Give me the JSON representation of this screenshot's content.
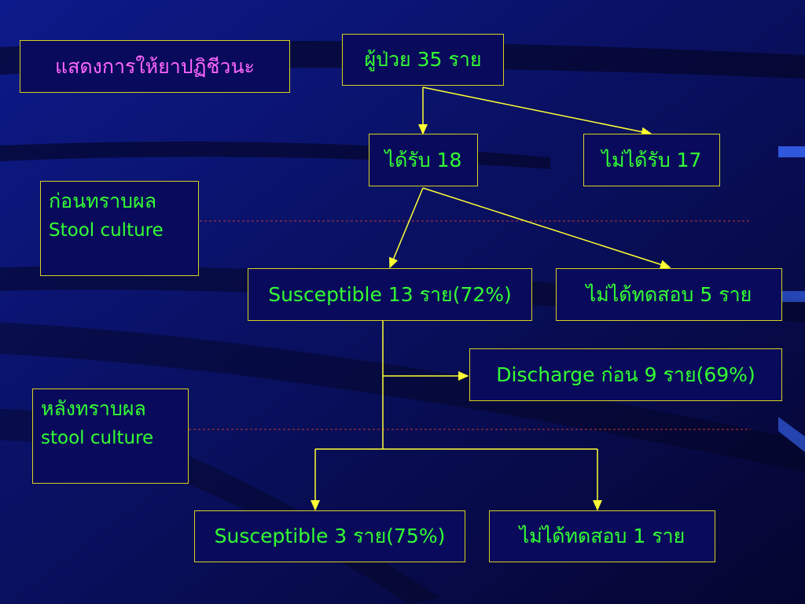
{
  "title": "แสดงการให้ยาปฏิชีวนะ",
  "nodes": {
    "patients": "ผู้ป่วย 35 ราย",
    "received": "ได้รับ 18",
    "not_received": "ไม่ได้รับ 17",
    "susceptible_13": "Susceptible 13 ราย(72%)",
    "not_tested_5": "ไม่ได้ทดสอบ 5 ราย",
    "discharge_9": "Discharge ก่อน 9 ราย(69%)",
    "susceptible_3": "Susceptible 3 ราย(75%)",
    "not_tested_1": "ไม่ได้ทดสอบ 1 ราย"
  },
  "phases": {
    "before": {
      "line1": "ก่อนทราบผล",
      "line2": "Stool culture"
    },
    "after": {
      "line1": "หลังทราบผล",
      "line2": "stool culture"
    }
  },
  "colors": {
    "background": "#06063a",
    "border": "#d8d020",
    "node_text": "#33ff33",
    "title_text": "#ff66ff",
    "arrow": "#ffff33",
    "divider": "#cc3333"
  }
}
